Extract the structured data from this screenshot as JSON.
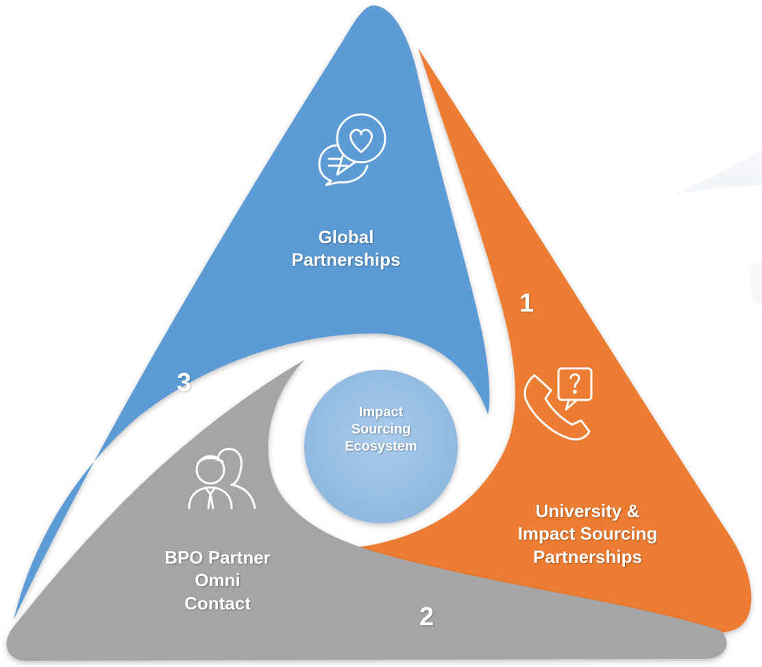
{
  "segments": [
    {
      "id": "global",
      "number": "3",
      "lines": [
        "Global",
        "Partnerships"
      ],
      "color": "#5b9bd5",
      "icon": "chat-heart-icon"
    },
    {
      "id": "university",
      "number": "1",
      "lines": [
        "University &",
        "Impact Sourcing",
        "Partnerships"
      ],
      "color": "#ed7d31",
      "icon": "phone-question-icon"
    },
    {
      "id": "bpo",
      "number": "2",
      "lines": [
        "BPO Partner",
        "Omni",
        "Contact"
      ],
      "color": "#a5a5a5",
      "icon": "people-icon"
    }
  ],
  "center": {
    "lines": [
      "Impact",
      "Sourcing",
      "Ecosystem"
    ],
    "color": "#9dc3e6"
  }
}
